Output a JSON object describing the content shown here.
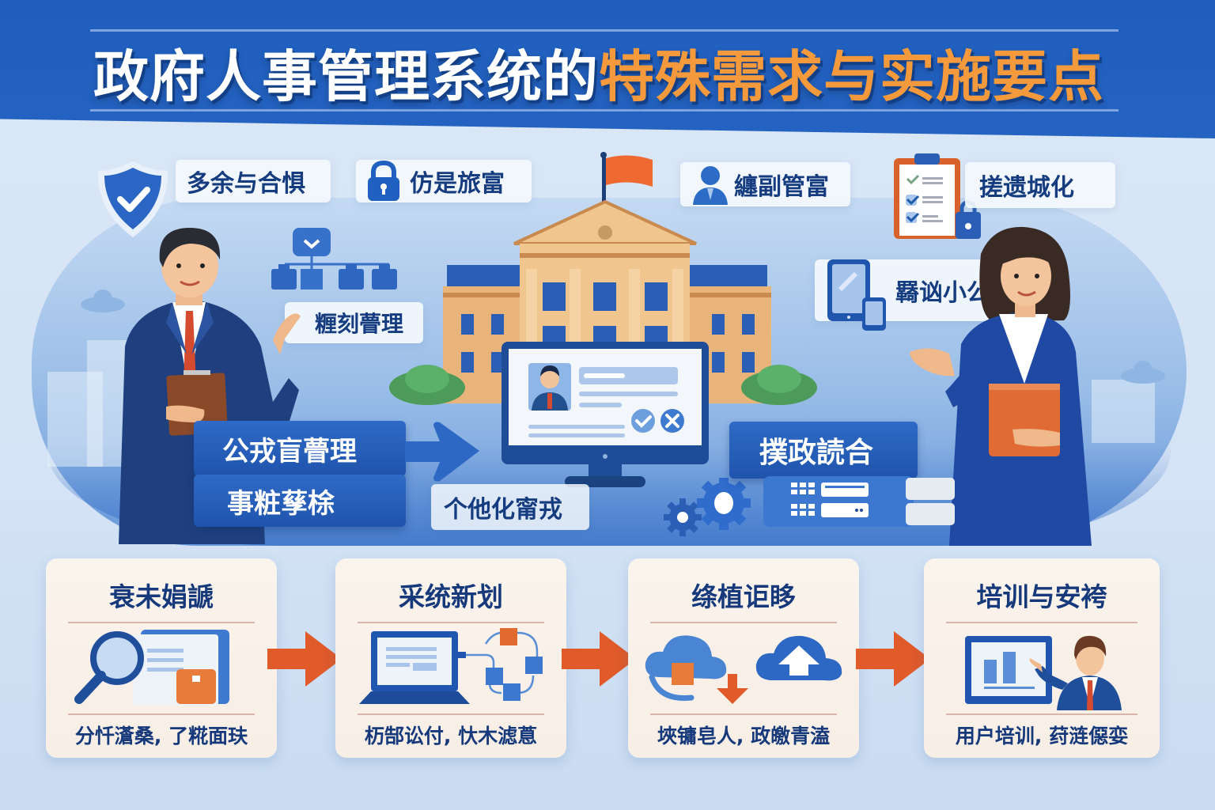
{
  "header": {
    "title_part1": "政府人事管理系统的",
    "title_part2": "特殊需求与实施要点",
    "colors": {
      "band": "#2563c2",
      "title_white": "#ffffff",
      "title_orange": "#f59a3c"
    }
  },
  "feature_labels": [
    {
      "id": "security",
      "icon": "shield-check-icon",
      "label": "多余与合惧"
    },
    {
      "id": "privacy",
      "icon": "lock-icon",
      "label": "仿是旅富"
    },
    {
      "id": "permissions",
      "icon": "user-icon",
      "label": "纏副管富"
    },
    {
      "id": "process",
      "icon": "clipboard-checklist-icon",
      "label": "搓遗城化"
    },
    {
      "id": "org",
      "icon": "org-chart-icon",
      "label": "糎刻瞢理"
    },
    {
      "id": "mobile",
      "icon": "tablet-phone-icon",
      "label": "羇讻小公"
    }
  ],
  "banners": {
    "left_top": "公戎盲瞢理",
    "left_bottom": "事粧孶梌",
    "right": "撲政読合"
  },
  "center": {
    "monitor_caption": "个他化甯戎",
    "profile_actions": [
      "approve",
      "reject"
    ]
  },
  "steps": [
    {
      "title": "衰未娟謕",
      "icon": "magnifier-document-icon",
      "desc": "分忏濸桑, 了糀面玞"
    },
    {
      "title": "采统新划",
      "icon": "laptop-network-icon",
      "desc": "杤郜讼付, 忕木滤蒠"
    },
    {
      "title": "绦植讵眵",
      "icon": "cloud-migration-icon",
      "desc": "埉镛皂人, 政皦青溘"
    },
    {
      "title": "培训与安袴",
      "icon": "presenter-chart-icon",
      "desc": "用户培训, 荮涟僫娈"
    }
  ],
  "colors": {
    "accent_blue": "#1f54ad",
    "dark_blue_text": "#16397c",
    "orange_arrow": "#e05a2a",
    "card_bg": "#f8f0e7",
    "building_tan": "#e8b57a",
    "flag_orange": "#ee6a30"
  }
}
